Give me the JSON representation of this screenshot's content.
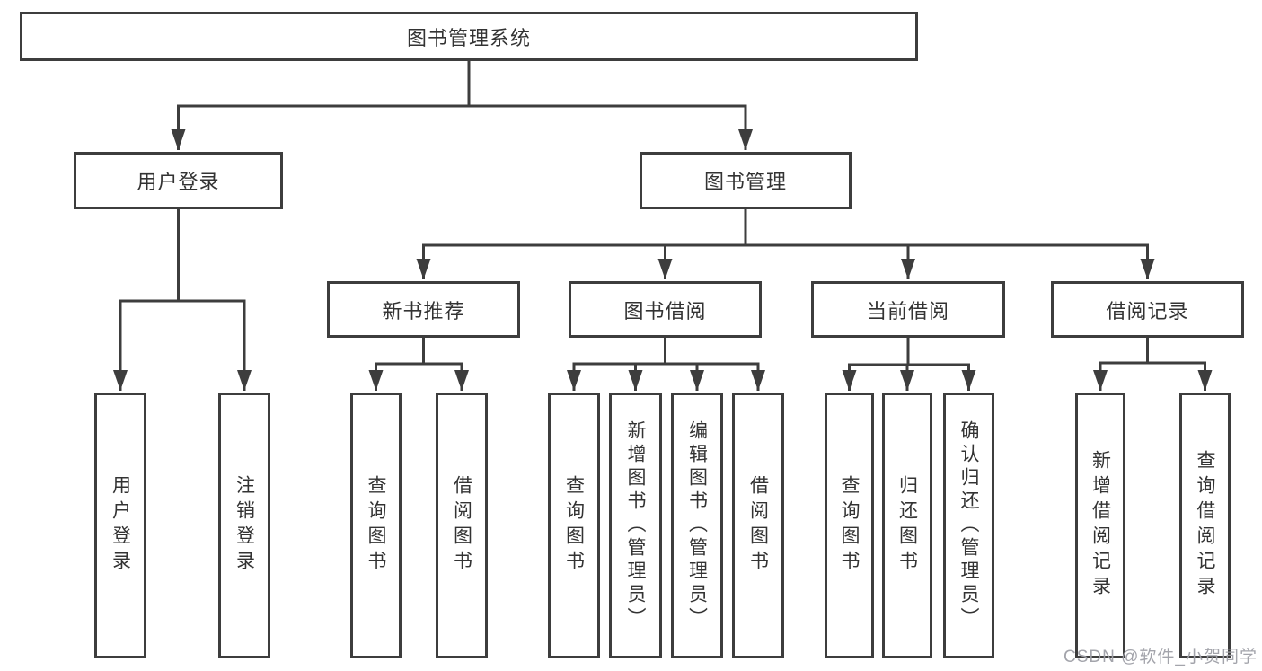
{
  "diagram": {
    "root": {
      "label": "图书管理系统"
    },
    "branches": [
      {
        "label": "用户登录"
      },
      {
        "label": "图书管理"
      }
    ],
    "modules": [
      {
        "label": "新书推荐"
      },
      {
        "label": "图书借阅"
      },
      {
        "label": "当前借阅"
      },
      {
        "label": "借阅记录"
      }
    ],
    "leaves": [
      {
        "label": "用户登录"
      },
      {
        "label": "注销登录"
      },
      {
        "label": "查询图书"
      },
      {
        "label": "借阅图书"
      },
      {
        "label": "查询图书"
      },
      {
        "label": "新增图书（管理员）"
      },
      {
        "label": "编辑图书（管理员）"
      },
      {
        "label": "借阅图书"
      },
      {
        "label": "查询图书"
      },
      {
        "label": "归还图书"
      },
      {
        "label": "确认归还（管理员）"
      },
      {
        "label": "新增借阅记录"
      },
      {
        "label": "查询借阅记录"
      }
    ]
  },
  "watermark": {
    "text": "CSDN @软件_小贺同学"
  },
  "colors": {
    "box_border": "#3d3d3d",
    "connector": "#3d3d3d",
    "text": "#333333",
    "background": "#ffffff",
    "watermark_text": "#9e9fa6"
  }
}
